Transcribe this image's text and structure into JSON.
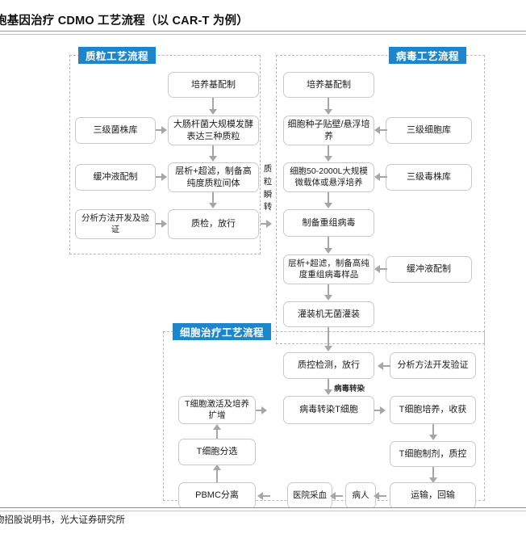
{
  "document": {
    "title": "胞基因治疗 CDMO 工艺流程（以 CAR-T 为例）",
    "footer": "物招股说明书，光大证券研究所"
  },
  "theme": {
    "accent": "#1E86C8",
    "box_border": "#c9c9c9",
    "panel_border": "#b9b9b9",
    "arrow": "#a6a6a6"
  },
  "sections": {
    "plasmid": {
      "label": "质粒工艺流程"
    },
    "virus": {
      "label": "病毒工艺流程"
    },
    "cell": {
      "label": "细胞治疗工艺流程"
    }
  },
  "connector_labels": {
    "plasmid_to_virus": [
      "质",
      "粒",
      "瞬",
      "转"
    ],
    "virus_transfection": "病毒转染"
  },
  "nodes": {
    "plasmid": {
      "media_prep": "培养基配制",
      "strain_bank": "三级菌株库",
      "ecoli_fermentation": "大肠杆菌大规模发酵表达三种质粒",
      "buffer_prep": "缓冲液配制",
      "chromatography": "层析+超滤，制备高纯度质粒间体",
      "analytics_dev": "分析方法开发及验证",
      "qc_release": "质检，放行"
    },
    "virus": {
      "media_prep": "培养基配制",
      "cell_bank": "三级细胞库",
      "seed_culture": "细胞种子贴壁/悬浮培养",
      "virus_bank": "三级毒株库",
      "large_scale_culture": "细胞50-2000L大规模微载体或悬浮培养",
      "recombinant_virus": "制备重组病毒",
      "buffer_prep": "缓冲液配制",
      "purification": "层析+超滤，制备高纯度重组病毒样品",
      "aseptic_filling": "灌装机无菌灌装"
    },
    "cell": {
      "qc_release": "质控检测，放行",
      "analytics_dev": "分析方法开发验证",
      "t_cell_activation": "T细胞激活及培养扩增",
      "virus_transduction": "病毒转染T细胞",
      "t_cell_culture": "T细胞培养，收获",
      "t_cell_sorting": "T细胞分选",
      "t_cell_product_qc": "T细胞制剂，质控",
      "pbmc_isolation": "PBMC分离",
      "hospital_blood": "医院采血",
      "patient": "病人",
      "transport_infusion": "运输，回输"
    }
  }
}
